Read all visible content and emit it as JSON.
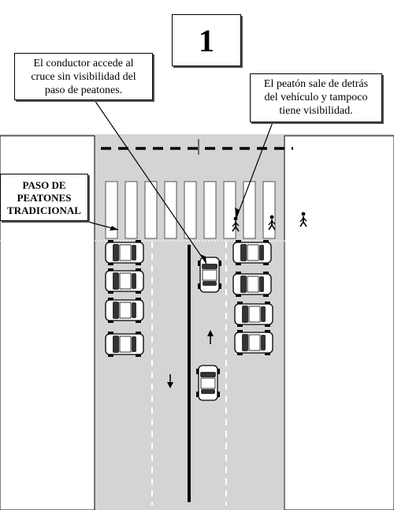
{
  "panel": {
    "number": "1"
  },
  "callouts": {
    "driver": [
      "El conductor accede al",
      "cruce sin visibilidad del",
      "paso de peatones."
    ],
    "pedestrian": [
      "El peatón sale de detrás",
      "del vehículo y tampoco",
      "tiene  visibilidad."
    ],
    "crossing": [
      "PASO DE",
      "PEATONES",
      "TRADICIONAL"
    ]
  },
  "colors": {
    "sidewalk": "#ffffff",
    "road": "#d4d4d4",
    "markings": "#ffffff",
    "lines": "#000000",
    "car_body": "#ffffff",
    "car_window": "#333333"
  },
  "icons": {
    "traffic_arrow_up": "arrow-up-icon",
    "traffic_arrow_down": "arrow-down-icon",
    "pedestrian": "pedestrian-icon",
    "car": "car-icon"
  }
}
